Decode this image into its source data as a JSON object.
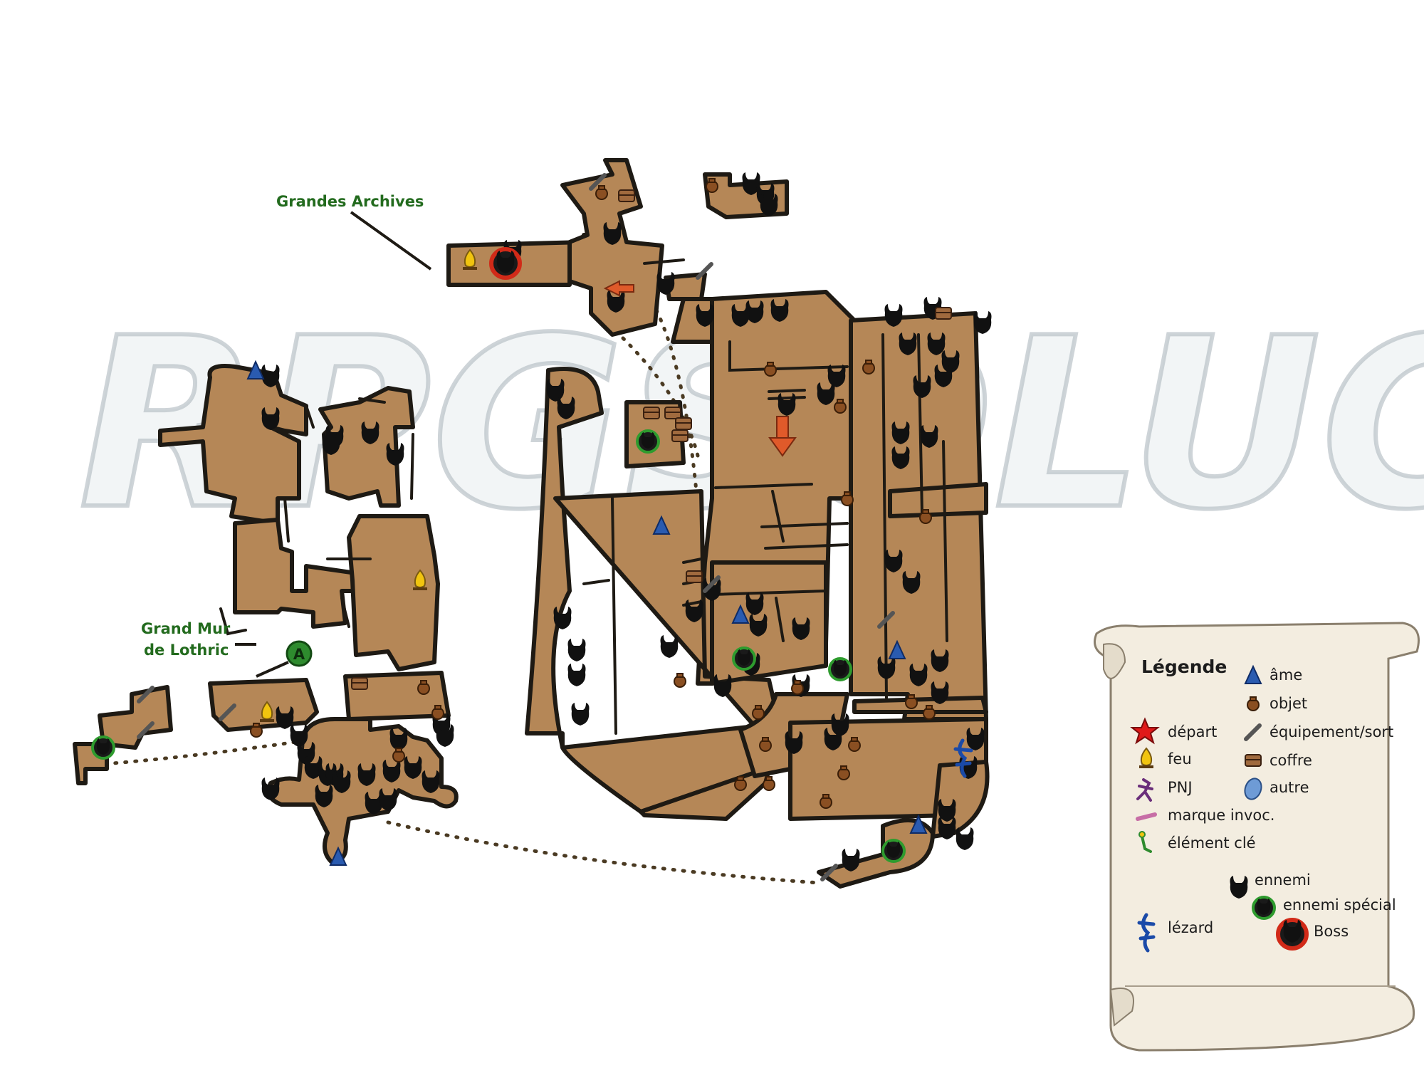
{
  "watermark": "RPGSOLUCE",
  "labels": {
    "archives": "Grandes Archives",
    "wall_line1": "Grand Mur",
    "wall_line2": "de Lothric",
    "marker_a": "A"
  },
  "legend": {
    "title": "Légende",
    "soul": "âme",
    "item": "objet",
    "start": "départ",
    "gear": "équipement/sort",
    "fire": "feu",
    "chest": "coffre",
    "npc": "PNJ",
    "other": "autre",
    "summon": "marque invoc.",
    "key": "élément clé",
    "enemy": "ennemi",
    "special": "ennemi spécial",
    "lizard": "lézard",
    "boss": "Boss"
  },
  "colors": {
    "floor": "#b58757",
    "walls": "#1e1a14",
    "label_green": "#236b1e",
    "boss_ring": "#d12a18",
    "special_ring": "#2e9b2e",
    "soul": "#2a5bb0"
  },
  "icons": [
    "enemy-icon",
    "special-enemy-icon",
    "boss-icon",
    "soul-icon",
    "item-icon",
    "chest-icon",
    "gear-icon",
    "bonfire-icon",
    "start-icon",
    "npc-icon",
    "summon-sign-icon",
    "key-item-icon",
    "lizard-icon",
    "other-icon"
  ]
}
